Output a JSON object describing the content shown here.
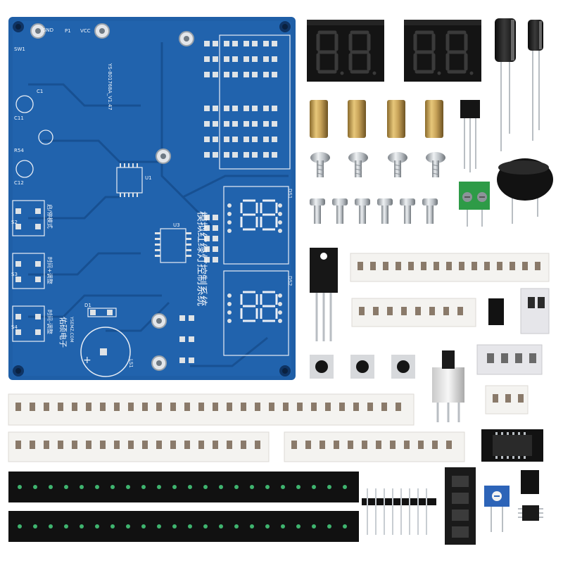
{
  "pcb": {
    "title_cn": "模拟红绿灯控制系统",
    "brand": "佑硕电子",
    "brand_site": "YSEMZ.COM",
    "labels": {
      "gnd": "GND",
      "p1": "P1",
      "vcc": "VCC",
      "sw1": "SW1",
      "c1": "C1",
      "c11": "C11",
      "c12": "C12",
      "r54": "R54",
      "s2": "S2",
      "s3": "S3",
      "s4": "S4",
      "s2_cn": "启/停模式",
      "s3_cn": "时间+调整",
      "s4_cn": "时间-调整",
      "d1": "D1",
      "ls1": "LS1",
      "u1": "U1",
      "u3": "U3",
      "ds1": "DS1",
      "ds2": "DS2",
      "model": "YS-801768A_V1.47"
    }
  },
  "icons": {
    "ic": "ic-chip-icon",
    "buzzer": "buzzer-icon",
    "capacitor": "electrolytic-capacitor-icon",
    "transistor": "transistor-icon",
    "terminal": "screw-terminal-icon",
    "button": "tactile-button-icon",
    "switch": "push-switch-icon",
    "trimmer": "trimmer-potentiometer-icon",
    "header": "pin-header-icon"
  },
  "colors": {
    "pcb": "#1f5fa7",
    "pcb_dark": "#17498a",
    "pad": "#dfe3e6",
    "tape_white": "#f4f3f0",
    "tape_black": "#111111",
    "led_green": "#3fb46f",
    "terminal_green": "#2e9b47",
    "trimmer_blue": "#2d64b8",
    "brass": "#c9a45a"
  }
}
